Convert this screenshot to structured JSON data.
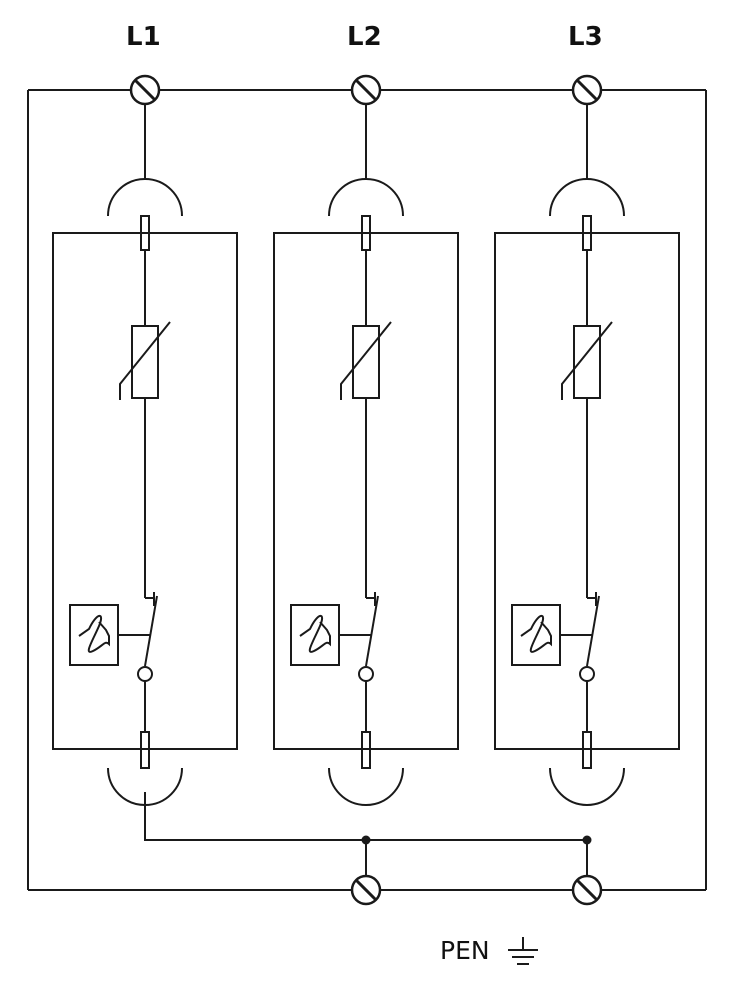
{
  "phases": [
    {
      "label": "L1"
    },
    {
      "label": "L2"
    },
    {
      "label": "L3"
    }
  ],
  "ground": {
    "label": "PEN",
    "icon": "ground-icon"
  },
  "component_icons": [
    "varistor-icon",
    "thermal-disconnect-icon",
    "switch-icon",
    "screw-terminal-icon"
  ]
}
